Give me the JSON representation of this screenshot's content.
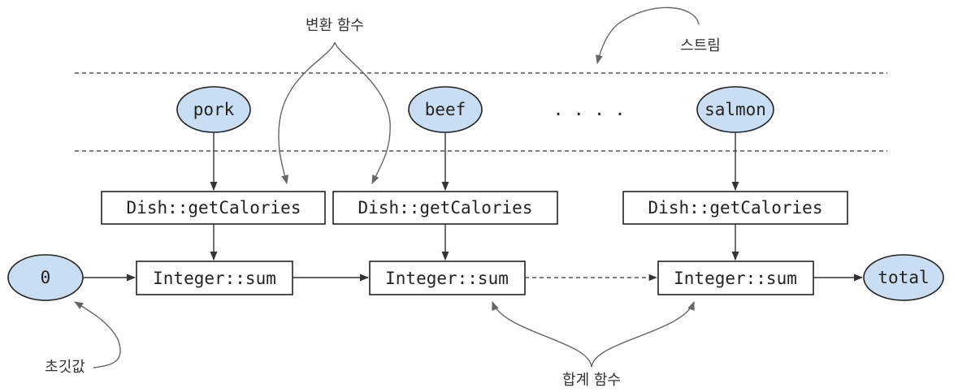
{
  "labels": {
    "mapping_function": "변환 함수",
    "stream": "스트림",
    "initial_value": "초깃값",
    "accumulator_function": "합계 함수"
  },
  "stream_elements": [
    "pork",
    "beef",
    "salmon"
  ],
  "ellipsis": ". . . .",
  "mapper": "Dish::getCalories",
  "reducer": "Integer::sum",
  "initial": "0",
  "result": "total",
  "colors": {
    "node_fill": "#c9def2",
    "stroke": "#222222",
    "annotation_arrow": "#666666"
  }
}
